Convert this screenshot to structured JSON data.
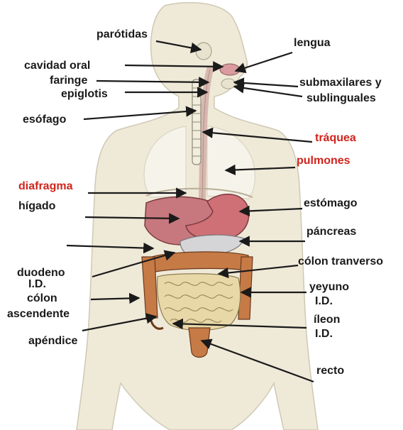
{
  "labels": {
    "parotidas": "parótidas",
    "lengua": "lengua",
    "cavidad_oral": "cavidad oral",
    "faringe": "faringe",
    "epiglotis": "epiglotis",
    "submaxilares_1": "submaxilares y",
    "submaxilares_2": "sublinguales",
    "esofago": "esófago",
    "traquea": "tráquea",
    "pulmones": "pulmones",
    "diafragma": "diafragma",
    "higado": "hígado",
    "estomago": "estómago",
    "pancreas": "páncreas",
    "duodeno_1": "duodeno",
    "duodeno_2": "I.D.",
    "colon_tranverso": "cólon tranverso",
    "colon_asc_1": "cólon",
    "colon_asc_2": "ascendente",
    "yeyuno_1": "yeyuno",
    "yeyuno_2": "I.D.",
    "ileon_1": "íleon",
    "ileon_2": "I.D.",
    "apendice": "apéndice",
    "recto": "recto"
  },
  "colors": {
    "highlight_label": "#d0241c",
    "body_fill": "#efe9d8",
    "liver": "#c7787e",
    "stomach": "#cf6f76",
    "intestine": "#e8d8a8",
    "colon": "#c67a46"
  }
}
